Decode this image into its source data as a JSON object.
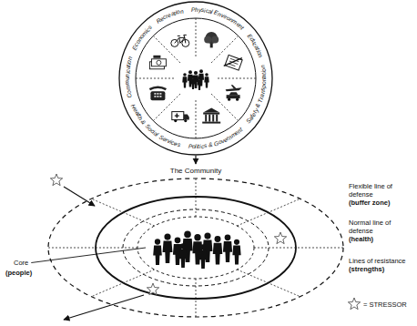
{
  "diagram": {
    "labels": [
      "Recreation",
      "Physical Environment",
      "Education",
      "Safety & Transportation",
      "Politics & Government",
      "Health & Social Services",
      "Communication",
      "Economics",
      "The Community",
      "Flexible line of defense",
      "(buffer zone)",
      "Normal line of defense",
      "(health)",
      "Lines of resistance",
      "(strengths)",
      "Core",
      "(people)"
    ],
    "legend": [
      {
        "text": "= STRESSOR"
      }
    ]
  }
}
